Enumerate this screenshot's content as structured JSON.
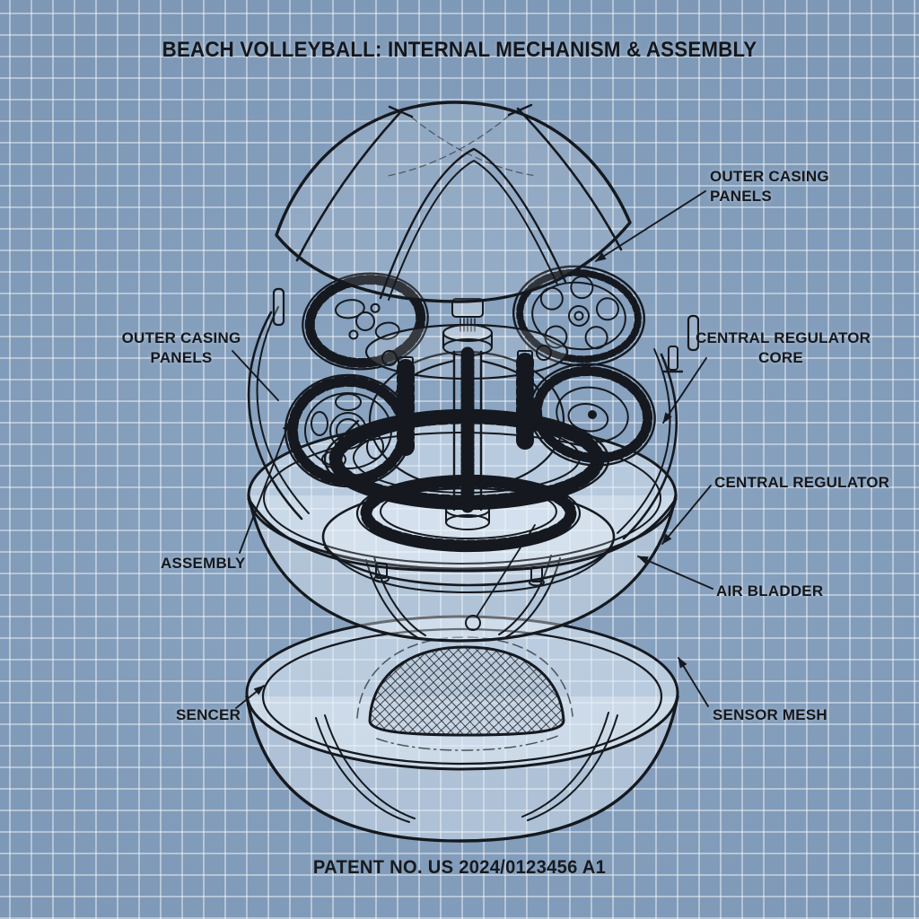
{
  "title": "BEACH VOLLEYBALL: INTERNAL MECHANISM & ASSEMBLY",
  "footer": {
    "patent_number": "PATENT NO. US 2024/0123456 A1"
  },
  "labels": {
    "outer_casing_top": {
      "line1": "OUTER CASING",
      "line2": "PANELS"
    },
    "outer_casing_left": {
      "line1": "OUTER CASING",
      "line2": "PANELS"
    },
    "central_regulator_core": {
      "line1": "CENTRAL REGULATOR",
      "line2": "CORE"
    },
    "central_regulator": {
      "line1": "CENTRAL REGULATOR"
    },
    "assembly": {
      "line1": "ASSEMBLY"
    },
    "air_bladder": {
      "line1": "AIR BLADDER"
    },
    "sencer": {
      "line1": "SENCER"
    },
    "sensor_mesh": {
      "line1": "SENSOR MESH"
    }
  },
  "colors": {
    "background": "#84a0bf",
    "grid_line": "#c6d4e2",
    "ink": "#15191f",
    "panel_fill": "#dde9f3"
  }
}
